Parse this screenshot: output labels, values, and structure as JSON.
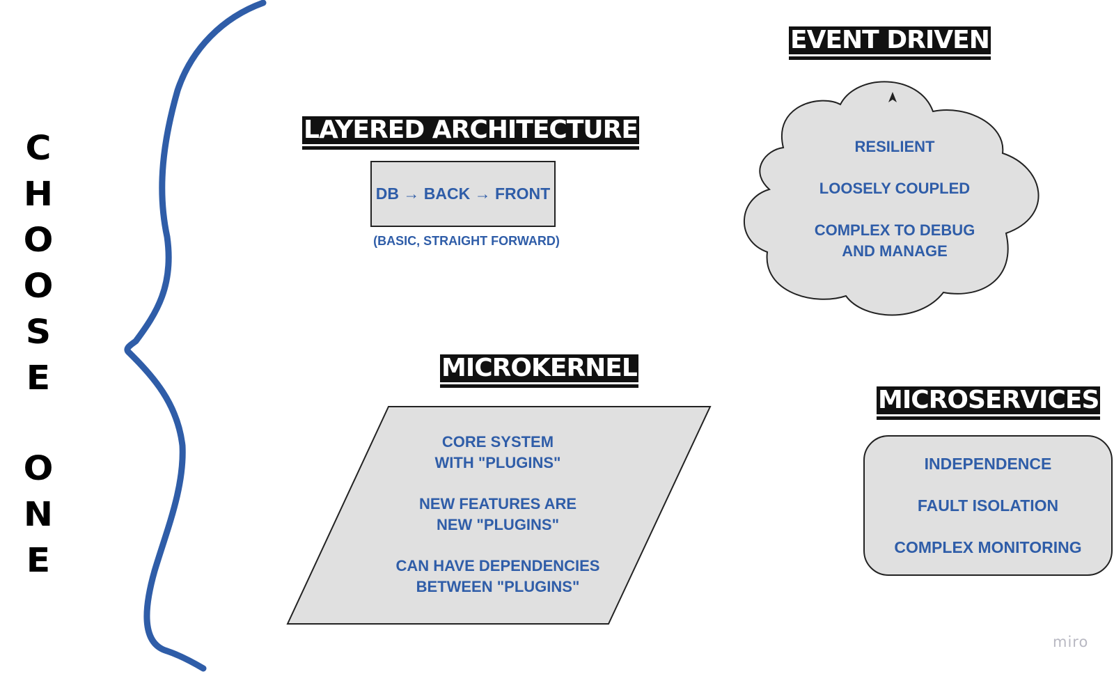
{
  "side_label": {
    "letters": [
      "C",
      "H",
      "O",
      "O",
      "S",
      "E",
      "",
      "O",
      "N",
      "E"
    ],
    "text": "CHOOSE ONE"
  },
  "colors": {
    "accent_blue": "#2f5da8",
    "shape_fill": "#e0e0e0",
    "label_bg": "#111111"
  },
  "layered": {
    "title": "LAYERED ARCHITECTURE",
    "box_text": "DB → BACK → FRONT",
    "caption": "(BASIC, STRAIGHT FORWARD)"
  },
  "event_driven": {
    "title": "EVENT DRIVEN",
    "items": [
      "RESILIENT",
      "LOOSELY COUPLED",
      "COMPLEX TO DEBUG",
      "AND MANAGE"
    ]
  },
  "microkernel": {
    "title": "MICROKERNEL",
    "items": [
      [
        "CORE SYSTEM",
        "WITH \"PLUGINS\""
      ],
      [
        "NEW FEATURES ARE",
        "NEW \"PLUGINS\""
      ],
      [
        "CAN HAVE DEPENDENCIES",
        "BETWEEN \"PLUGINS\""
      ]
    ]
  },
  "microservices": {
    "title": "MICROSERVICES",
    "items": [
      "INDEPENDENCE",
      "FAULT ISOLATION",
      "COMPLEX MONITORING"
    ]
  },
  "watermark": "miro"
}
